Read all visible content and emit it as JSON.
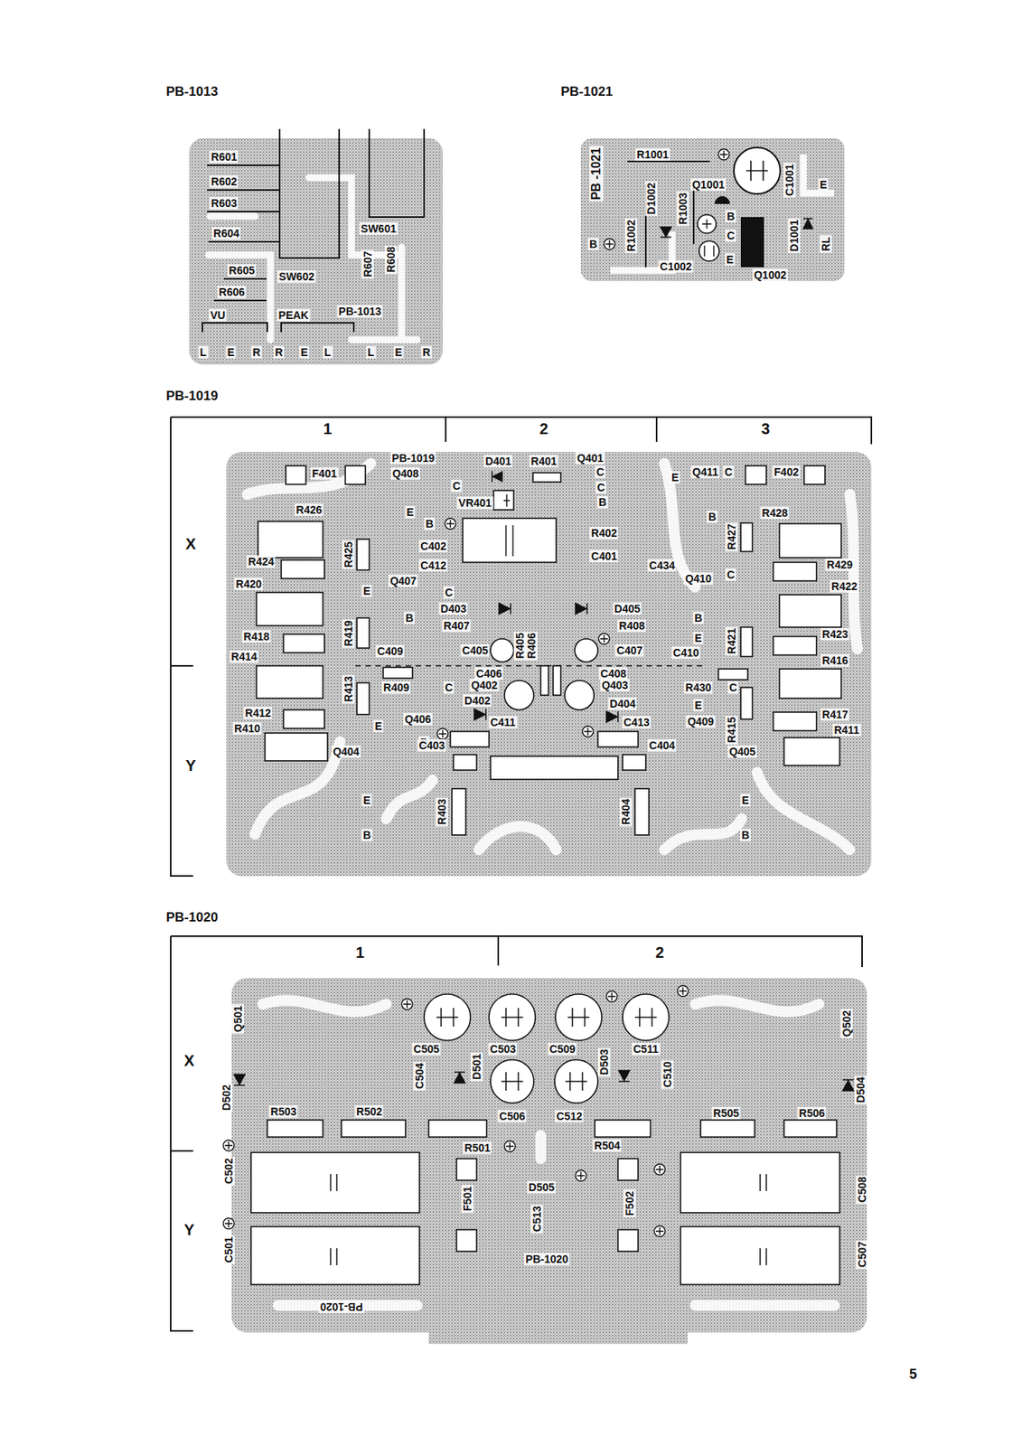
{
  "diagram": {
    "nodes": [
      {
        "text": [
          "PB-1013"
        ]
      },
      {
        "text": [
          "PB-1021"
        ]
      },
      {
        "text": [
          "PB-1019"
        ]
      },
      {
        "text": [
          "PB-1020"
        ]
      }
    ],
    "labels": [
      "R601",
      "R602",
      "R603",
      "R604",
      "R605",
      "R606",
      "SW602",
      "SW601",
      "R607",
      "R608",
      "PB-1013",
      "VU",
      "PEAK",
      "L",
      "E",
      "R",
      "R",
      "E",
      "L",
      "L",
      "E",
      "R",
      "PB -1021",
      "R1001",
      "Q1001",
      "D1002",
      "R1003",
      "C1001",
      "E",
      "B",
      "R1002",
      "C1002",
      "E",
      "Q1002",
      "D1001",
      "RL",
      "B",
      "C",
      "1",
      "2",
      "3",
      "X",
      "Y",
      "PB-1019",
      "F401",
      "Q408",
      "D401",
      "R401",
      "Q401",
      "C",
      "C",
      "C",
      "VR401",
      "B",
      "Q411",
      "C",
      "E",
      "F402",
      "R426",
      "E",
      "B",
      "R402",
      "B",
      "R428",
      "C402",
      "R425",
      "R427",
      "R424",
      "C412",
      "C401",
      "C434",
      "R429",
      "R420",
      "Q407",
      "C",
      "E",
      "Q410",
      "C",
      "R422",
      "D403",
      "D405",
      "B",
      "B",
      "R418",
      "R419",
      "R407",
      "R408",
      "R421",
      "R423",
      "E",
      "R414",
      "C409",
      "C405",
      "R405",
      "R406",
      "C407",
      "C410",
      "R416",
      "R409",
      "C406",
      "C408",
      "R430",
      "C",
      "Q402",
      "Q403",
      "C",
      "R413",
      "E",
      "D402",
      "D404",
      "R412",
      "Q406",
      "C411",
      "C413",
      "R417",
      "Q409",
      "R415",
      "R410",
      "E",
      "B",
      "R411",
      "Q404",
      "C403",
      "C404",
      "Q405",
      "R403",
      "R404",
      "E",
      "E",
      "B",
      "B",
      "1",
      "2",
      "X",
      "Y",
      "Q501",
      "D502",
      "C505",
      "C503",
      "C509",
      "C511",
      "C504",
      "D501",
      "D503",
      "C510",
      "Q502",
      "D504",
      "R503",
      "R502",
      "C506",
      "C512",
      "R505",
      "R506",
      "R501",
      "R504",
      "C502",
      "C508",
      "F501",
      "D505",
      "C513",
      "F502",
      "C501",
      "C507",
      "PB-1020",
      "PB-1020",
      "5"
    ]
  }
}
